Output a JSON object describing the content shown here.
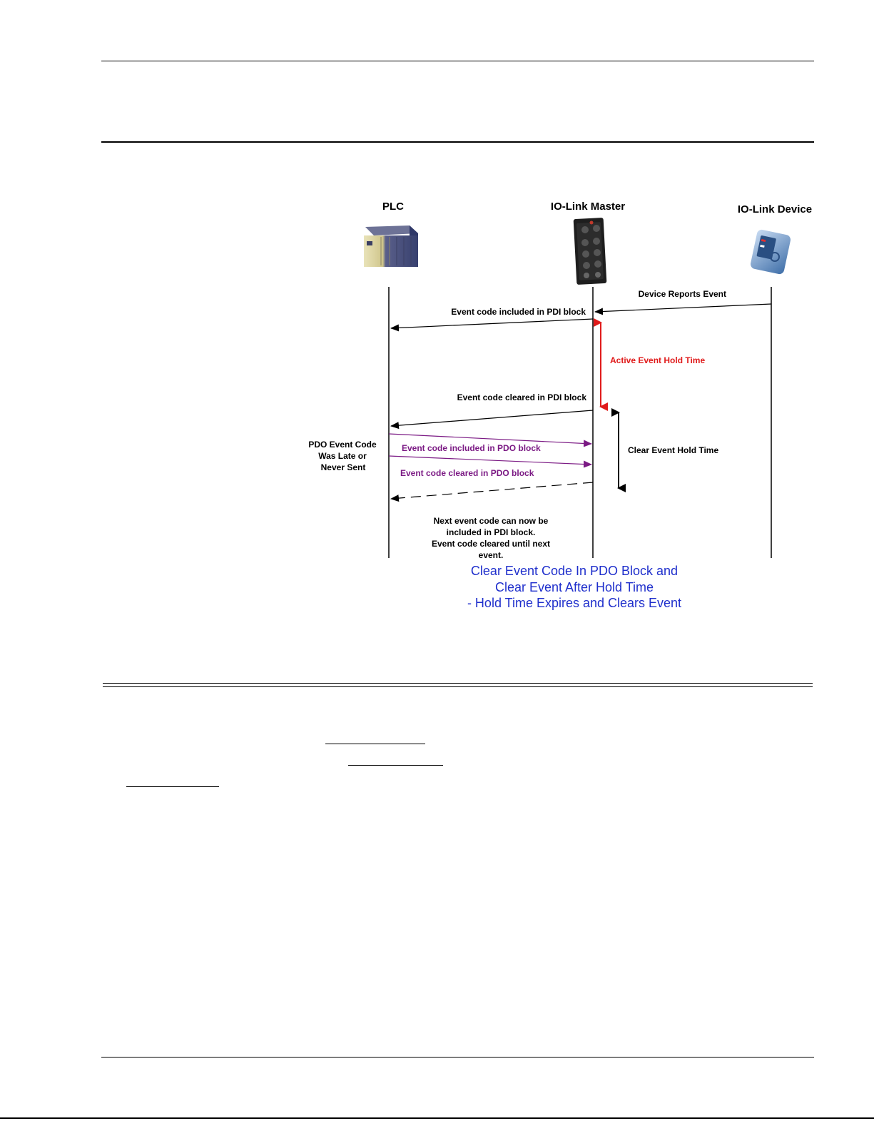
{
  "participants": {
    "plc": "PLC",
    "master": "IO-Link Master",
    "device": "IO-Link Device"
  },
  "messages": {
    "device_reports": "Device Reports Event",
    "pdi_included": "Event code included in PDI block",
    "pdi_cleared": "Event code cleared in PDI block",
    "pdo_included": "Event code included in PDO block",
    "pdo_cleared": "Event code cleared in PDO block"
  },
  "hold_times": {
    "active": "Active Event Hold Time",
    "clear": "Clear Event Hold Time"
  },
  "side_note": [
    "PDO Event Code",
    "Was Late or",
    "Never Sent"
  ],
  "next_note": [
    "Next event code can now be",
    "included in PDI block.",
    "Event code cleared until next",
    "event."
  ],
  "caption": [
    "Clear Event Code In PDO Block and",
    "Clear Event After Hold Time",
    "- Hold Time Expires and Clears Event"
  ],
  "colors": {
    "active_hold": "#e01b1b",
    "pdo_messages": "#7b1a84",
    "caption": "#1f2fcc",
    "lines": "#000000"
  }
}
